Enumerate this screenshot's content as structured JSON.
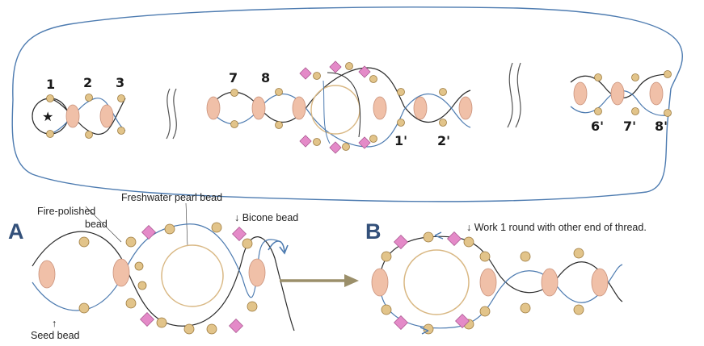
{
  "colors": {
    "thread_blue": "#4d7bb0",
    "thread_black": "#2b2b2b",
    "seed_bead": "#e2c48a",
    "seed_bead_edge": "#9c7a3e",
    "fire_polished": "#f0c0a8",
    "pearl": "#d9b884",
    "bicone": "#e48ac8",
    "arrow": "#9b8f6a",
    "panel_letter": "#33507a"
  },
  "top": {
    "bead_numbers": [
      "1",
      "2",
      "3",
      "7",
      "8",
      "1'",
      "2'",
      "6'",
      "7'",
      "8'"
    ],
    "star": "★"
  },
  "panel_a": {
    "letter": "A",
    "labels": {
      "fire_polished_line1": "Fire-polished",
      "fire_polished_line2": "bead",
      "freshwater_pearl": "Freshwater pearl bead",
      "bicone": "↓ Bicone bead",
      "seed_arrow": "↑",
      "seed": "Seed bead"
    }
  },
  "panel_b": {
    "letter": "B",
    "note": "↓ Work 1 round with other end of thread."
  },
  "icons": [
    "step-arrow-icon",
    "curved-arrow-icon",
    "break-mark-icon"
  ]
}
